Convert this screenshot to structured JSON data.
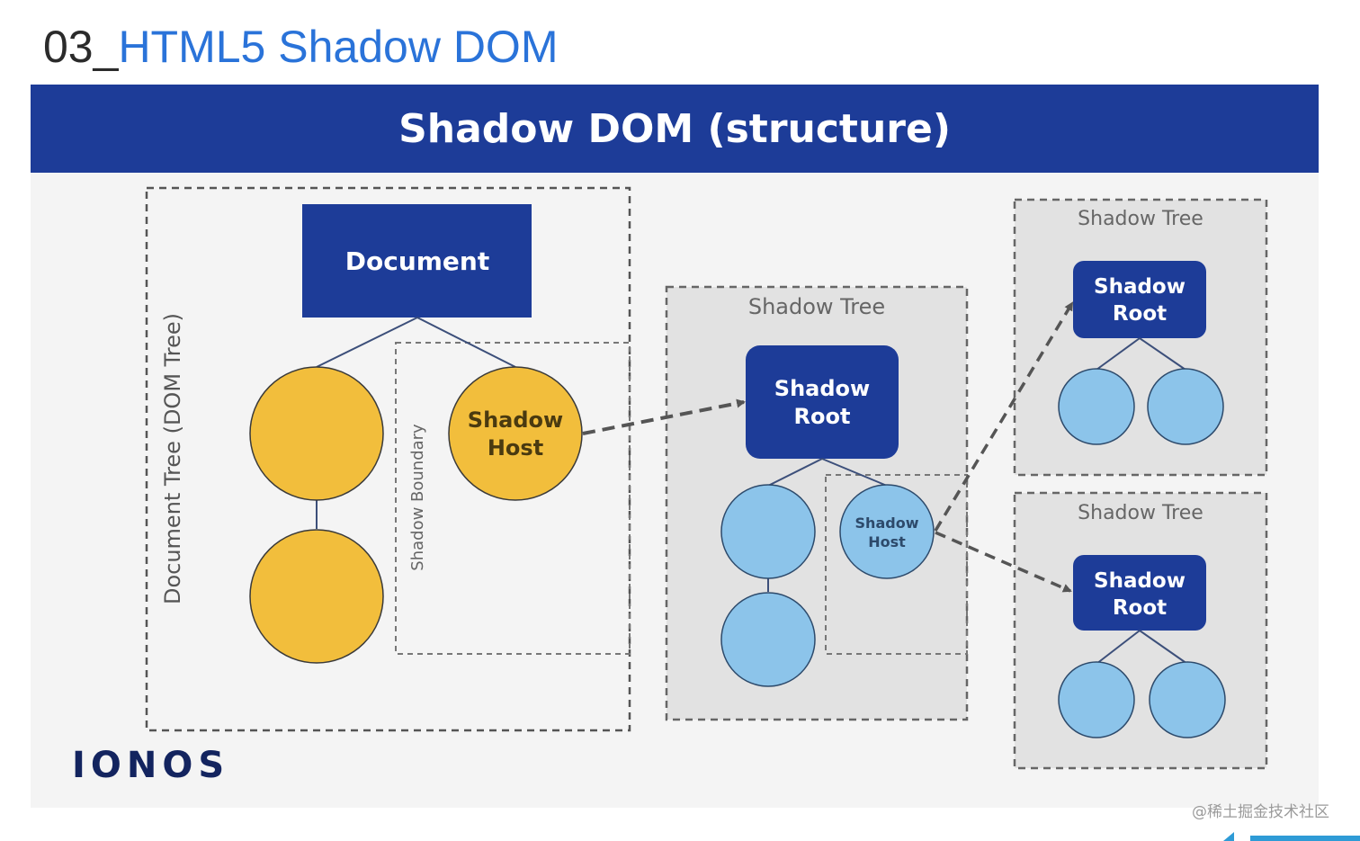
{
  "slide": {
    "number": "03_",
    "title": "HTML5 Shadow DOM"
  },
  "banner": {
    "title": "Shadow DOM (structure)"
  },
  "diagram": {
    "document_tree_label": "Document Tree (DOM Tree)",
    "document_label": "Document",
    "shadow_boundary_label": "Shadow Boundary",
    "shadow_host_label": [
      "Shadow",
      "Host"
    ],
    "shadow_tree_label": "Shadow Tree",
    "shadow_root_label": [
      "Shadow",
      "Root"
    ],
    "colors": {
      "navy": "#1d3c98",
      "yellow": "#f2be3c",
      "light_blue": "#8cc4ea",
      "shadow_tree_bg": "#e2e2e2",
      "dash": "#555555"
    }
  },
  "logo": {
    "text": "IONOS"
  },
  "watermark": {
    "text": "@稀土掘金技术社区"
  }
}
